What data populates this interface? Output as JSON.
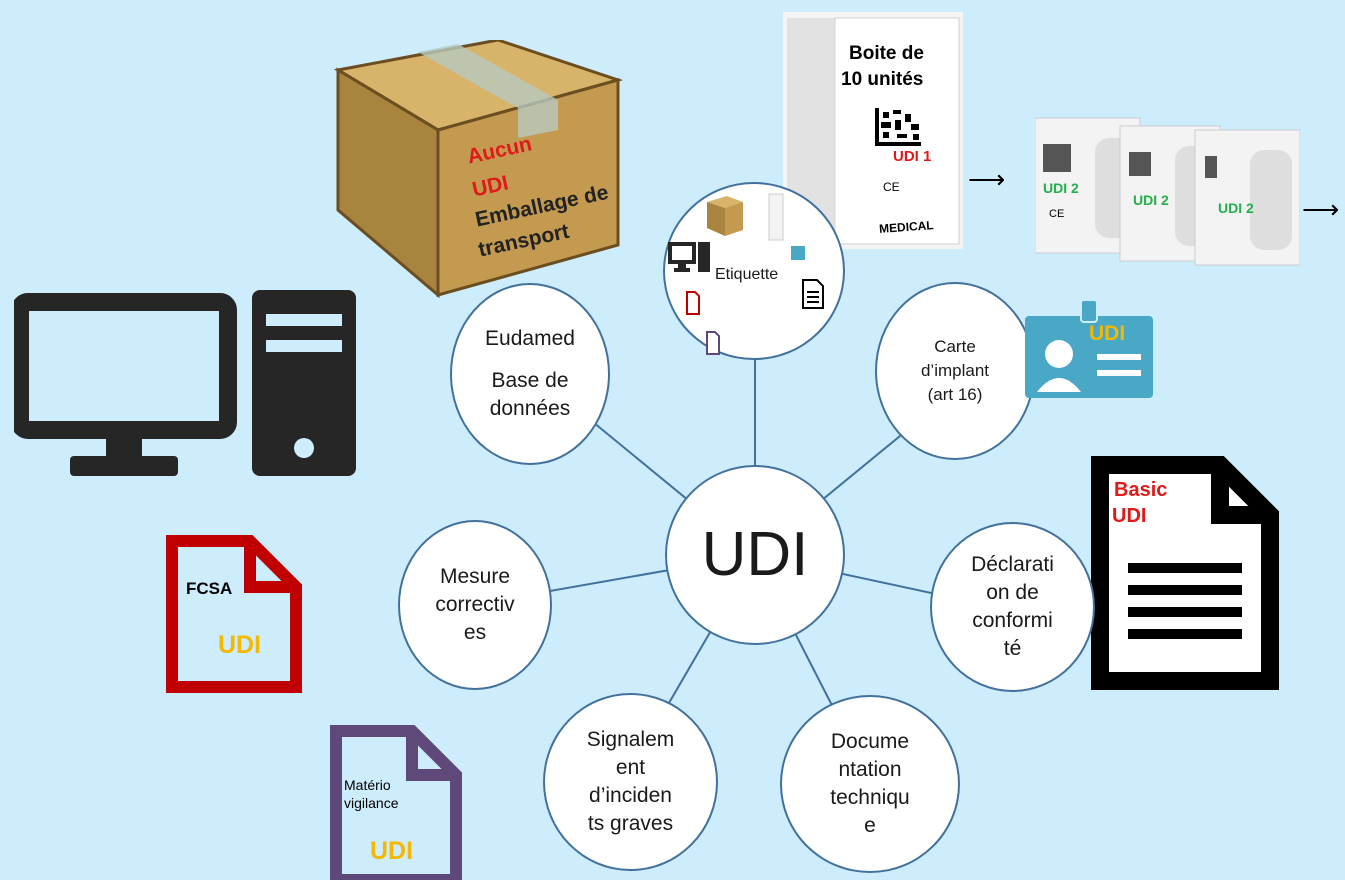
{
  "hub": {
    "label": "UDI"
  },
  "nodes": {
    "eudamed": {
      "line1": "Eudamed",
      "line2": "Base de\ndonnées"
    },
    "etiquette": {
      "label": "Etiquette"
    },
    "carte": {
      "label": "Carte\nd’implant\n(art 16)"
    },
    "declaration": {
      "label": "Déclarati\non de\nconformi\nté"
    },
    "documentation": {
      "label": "Docume\nntation\ntechniqu\ne"
    },
    "signalement": {
      "label": "Signalem\nent\nd’inciden\nts graves"
    },
    "mesure": {
      "label": "Mesure\ncorrectiv\nes"
    }
  },
  "transport_box": {
    "line1": "Aucun",
    "line2": "UDI",
    "line3": "Emballage de",
    "line4": "transport"
  },
  "packaging": {
    "main_box": {
      "title_line1": "Boite de",
      "title_line2": "10 unités",
      "udi": "UDI 1",
      "ce": "CE",
      "medical": "MEDICAL"
    },
    "unit_udi": [
      "UDI 2",
      "UDI 2",
      "UDI 2"
    ],
    "unit_ce": "CE"
  },
  "documents": {
    "fcsa": {
      "title": "FCSA",
      "udi": "UDI"
    },
    "materio": {
      "title_line1": "Matério",
      "title_line2": "vigilance",
      "udi": "UDI"
    },
    "basic": {
      "line1": "Basic",
      "line2": "UDI"
    },
    "implant_card": {
      "udi": "UDI"
    }
  },
  "colors": {
    "background": "#cdecfc",
    "circle_border": "#41719c",
    "udi_red": "#e01919",
    "udi_green": "#22b04a",
    "udi_yellow": "#f5b800",
    "fcsa_red": "#c00000",
    "materio_purple": "#5f497a",
    "card_blue": "#4aa8c7"
  }
}
